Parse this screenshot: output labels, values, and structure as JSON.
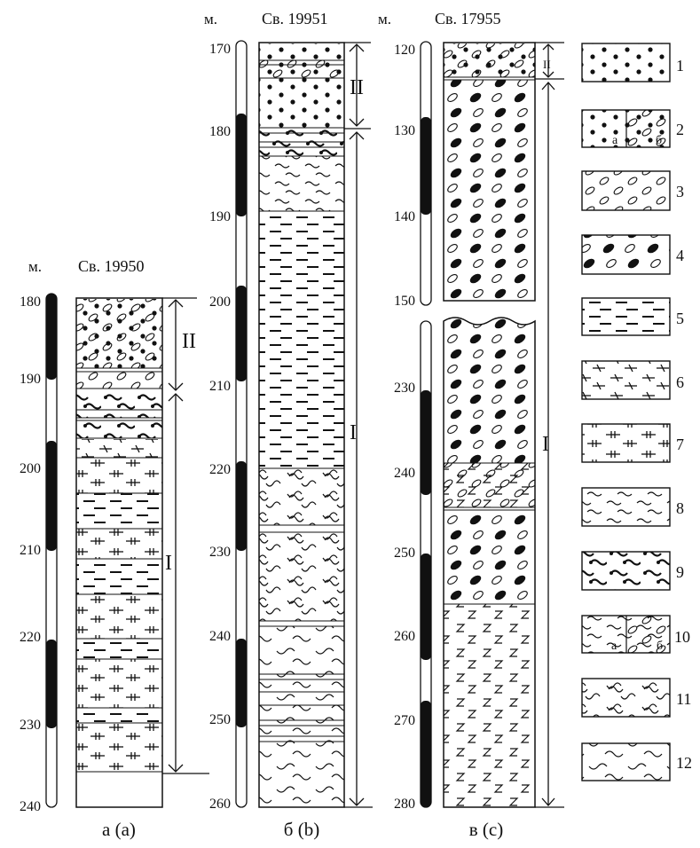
{
  "columns": {
    "a": {
      "unit": "м.",
      "well": "Св. 19950",
      "caption": "а (а)",
      "depths": [
        "180",
        "190",
        "200",
        "210",
        "220",
        "230",
        "240"
      ],
      "units": [
        "II",
        "I"
      ]
    },
    "b": {
      "unit": "м.",
      "well": "Св. 19951",
      "caption": "б (b)",
      "depths": [
        "170",
        "180",
        "190",
        "200",
        "210",
        "220",
        "230",
        "240",
        "250",
        "260"
      ],
      "units": [
        "II",
        "I"
      ]
    },
    "c": {
      "unit": "м.",
      "well": "Св. 17955",
      "caption": "в (с)",
      "depths_top": [
        "120",
        "130",
        "140",
        "150"
      ],
      "depths_bottom": [
        "230",
        "240",
        "250",
        "260",
        "270",
        "280"
      ],
      "units": [
        "II",
        "I"
      ]
    }
  },
  "legend": {
    "numbers": [
      "1",
      "2",
      "3",
      "4",
      "5",
      "6",
      "7",
      "8",
      "9",
      "10",
      "11",
      "12"
    ],
    "sublabels": [
      "а",
      "б",
      "а",
      "б"
    ]
  },
  "colors": {
    "ink": "#111111",
    "paper": "#ffffff"
  }
}
